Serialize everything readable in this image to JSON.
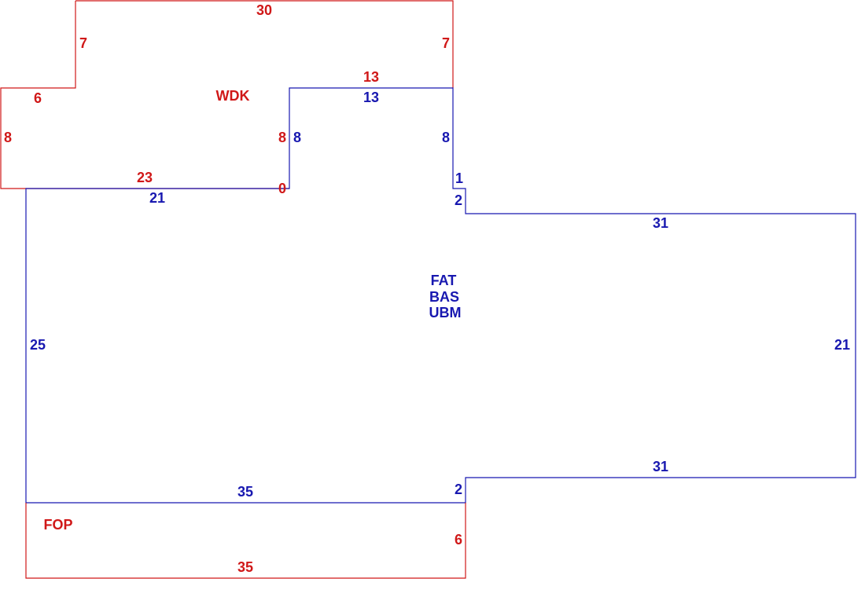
{
  "colors": {
    "red": "#d01818",
    "blue": "#1818b0",
    "background": "#ffffff"
  },
  "areas": {
    "wdk": "WDK",
    "fop": "FOP",
    "main": [
      "FAT",
      "BAS",
      "UBM"
    ]
  },
  "dimensions": {
    "wdk_top": "30",
    "wdk_left_upper": "7",
    "wdk_right_upper": "7",
    "wdk_step": "6",
    "wdk_left": "8",
    "wdk_bottom": "23",
    "wdk_inner_right": "8",
    "wdk_inner_top": "13",
    "wdk_zero": "0",
    "main_notch_top": "13",
    "main_notch_left": "8",
    "main_notch_right": "8",
    "main_jog_1": "1",
    "main_jog_2": "2",
    "main_top_left": "21",
    "main_top_right": "31",
    "main_left": "25",
    "main_right": "21",
    "main_bottom_right": "31",
    "main_bottom_left": "35",
    "main_bottom_jog": "2",
    "fop_right": "6",
    "fop_bottom": "35"
  }
}
